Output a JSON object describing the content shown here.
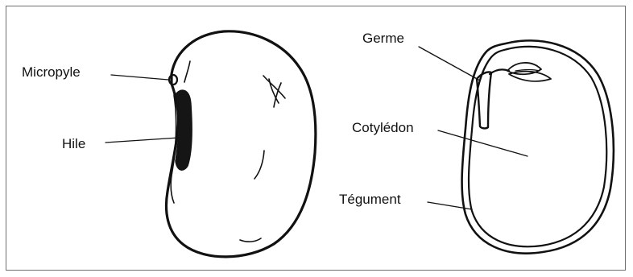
{
  "diagram": {
    "left_seed": {
      "labels": {
        "micropyle": "Micropyle",
        "hile": "Hile"
      }
    },
    "right_seed": {
      "labels": {
        "germe": "Germe",
        "cotyledon": "Cotylédon",
        "tegument": "Tégument"
      }
    }
  }
}
